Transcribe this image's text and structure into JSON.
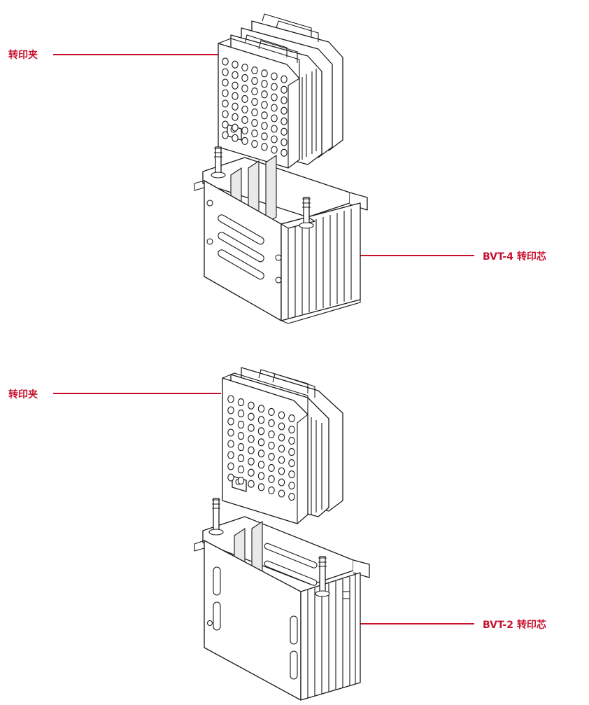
{
  "labels": {
    "top_clip": "转印夹",
    "top_core": "BVT-4 转印芯",
    "bottom_clip": "转印夹",
    "bottom_core": "BVT-2 转印芯"
  },
  "colors": {
    "accent": "#c8102e",
    "line": "#1a1a1a"
  }
}
